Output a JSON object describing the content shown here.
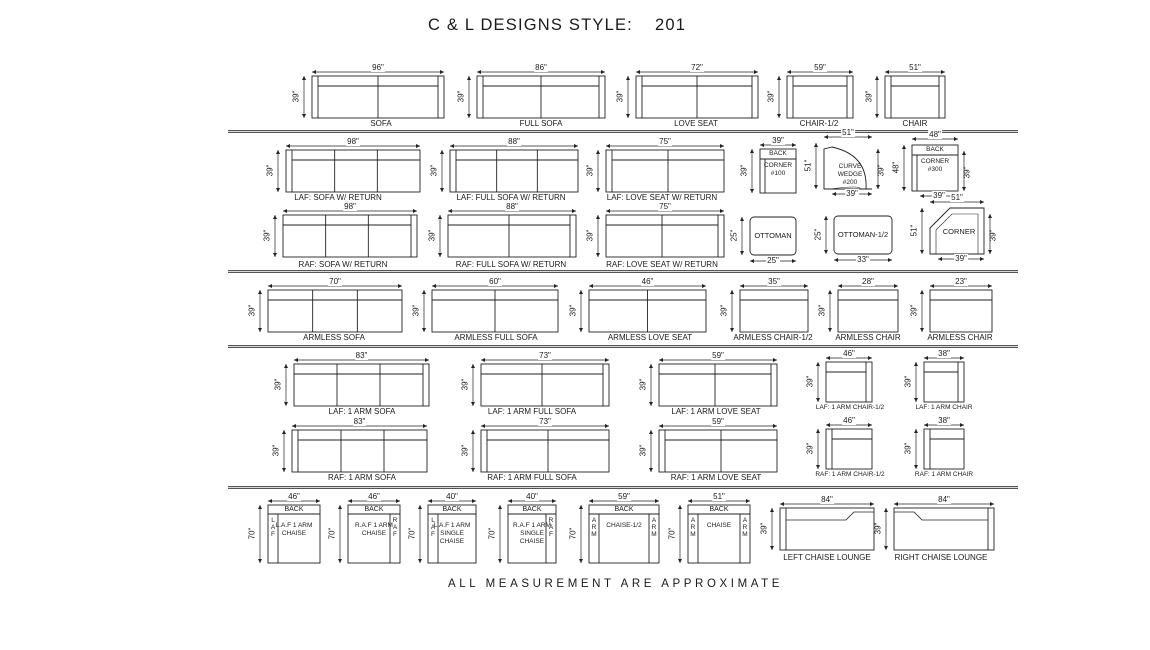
{
  "header": {
    "brand": "C & L DESIGNS STYLE:",
    "style_number": "201"
  },
  "footer": "ALL MEASUREMENT ARE APPROXIMATE",
  "pieces": [
    {
      "label": "SOFA",
      "width": "96\"",
      "depth": "39\"",
      "cushions": 2
    },
    {
      "label": "FULL SOFA",
      "width": "86\"",
      "depth": "39\"",
      "cushions": 2
    },
    {
      "label": "LOVE SEAT",
      "width": "72\"",
      "depth": "39\"",
      "cushions": 2
    },
    {
      "label": "CHAIR-1/2",
      "width": "59\"",
      "depth": "39\"",
      "cushions": 1
    },
    {
      "label": "CHAIR",
      "width": "51\"",
      "depth": "39\"",
      "cushions": 1
    },
    {
      "label": "LAF: SOFA W/ RETURN",
      "width": "98\"",
      "depth": "39\"",
      "cushions": 3
    },
    {
      "label": "LAF: FULL SOFA W/ RETURN",
      "width": "88\"",
      "depth": "39\"",
      "cushions": 3
    },
    {
      "label": "LAF: LOVE SEAT W/ RETURN",
      "width": "75\"",
      "depth": "39\"",
      "cushions": 2
    },
    {
      "label": "",
      "width": "39\"",
      "depth": "39\"",
      "inner": [
        "BACK",
        "CORNER",
        "#100"
      ]
    },
    {
      "label": "",
      "width": "51\"",
      "depth": "51\"",
      "depth2": "39\"",
      "width2": "39\"",
      "inner": [
        "CURVE",
        "WEDGE",
        "#200"
      ]
    },
    {
      "label": "",
      "width": "48\"",
      "depth": "48\"",
      "depth2": "39\"",
      "width2": "39\"",
      "inner": [
        "BACK",
        "CORNER",
        "#300"
      ]
    },
    {
      "label": "RAF: SOFA W/ RETURN",
      "width": "98\"",
      "depth": "39\"",
      "cushions": 3
    },
    {
      "label": "RAF: FULL SOFA W/ RETURN",
      "width": "88\"",
      "depth": "39\"",
      "cushions": 2
    },
    {
      "label": "RAF: LOVE SEAT W/ RETURN",
      "width": "75\"",
      "depth": "39\"",
      "cushions": 2
    },
    {
      "label": "",
      "width": "25\"",
      "depth": "25\"",
      "inner": [
        "OTTOMAN"
      ]
    },
    {
      "label": "",
      "width": "33\"",
      "depth": "25\"",
      "inner": [
        "OTTOMAN-1/2"
      ]
    },
    {
      "label": "",
      "width": "51\"",
      "depth": "51\"",
      "depth2": "39\"",
      "width2": "39\"",
      "inner": [
        "CORNER"
      ]
    },
    {
      "label": "ARMLESS SOFA",
      "width": "70\"",
      "depth": "39\"",
      "cushions": 3
    },
    {
      "label": "ARMLESS FULL SOFA",
      "width": "60\"",
      "depth": "39\"",
      "cushions": 2
    },
    {
      "label": "ARMLESS LOVE SEAT",
      "width": "46\"",
      "depth": "39\"",
      "cushions": 2
    },
    {
      "label": "ARMLESS CHAIR-1/2",
      "width": "35\"",
      "depth": "39\"",
      "cushions": 1
    },
    {
      "label": "ARMLESS CHAIR",
      "width": "28\"",
      "depth": "39\"",
      "cushions": 1
    },
    {
      "label": "ARMLESS CHAIR",
      "width": "23\"",
      "depth": "39\"",
      "cushions": 1
    },
    {
      "label": "LAF: 1 ARM SOFA",
      "width": "83\"",
      "depth": "39\"",
      "cushions": 3
    },
    {
      "label": "LAF: 1 ARM FULL SOFA",
      "width": "73\"",
      "depth": "39\"",
      "cushions": 2
    },
    {
      "label": "LAF: 1 ARM LOVE SEAT",
      "width": "59\"",
      "depth": "39\"",
      "cushions": 2
    },
    {
      "label": "LAF: 1 ARM CHAIR-1/2",
      "width": "46\"",
      "depth": "39\"",
      "cushions": 1
    },
    {
      "label": "LAF: 1 ARM CHAIR",
      "width": "38\"",
      "depth": "39\"",
      "cushions": 1
    },
    {
      "label": "RAF: 1 ARM SOFA",
      "width": "83\"",
      "depth": "39\"",
      "cushions": 3
    },
    {
      "label": "RAF: 1 ARM FULL SOFA",
      "width": "73\"",
      "depth": "39\"",
      "cushions": 2
    },
    {
      "label": "RAF: 1 ARM LOVE SEAT",
      "width": "59\"",
      "depth": "39\"",
      "cushions": 2
    },
    {
      "label": "RAF: 1 ARM CHAIR-1/2",
      "width": "46\"",
      "depth": "39\"",
      "cushions": 1
    },
    {
      "label": "RAF: 1 ARM CHAIR",
      "width": "38\"",
      "depth": "39\"",
      "cushions": 1
    },
    {
      "label": "",
      "width": "46\"",
      "depth": "70\"",
      "back": "BACK",
      "left": "LAF",
      "inner": [
        "L.A.F 1 ARM",
        "CHAISE"
      ]
    },
    {
      "label": "",
      "width": "46\"",
      "depth": "70\"",
      "back": "BACK",
      "right": "RAF",
      "inner": [
        "R.A.F 1 ARM",
        "CHAISE"
      ]
    },
    {
      "label": "",
      "width": "40\"",
      "depth": "70\"",
      "back": "BACK",
      "left": "LAF",
      "inner": [
        "L.A.F 1 ARM",
        "SINGLE",
        "CHAISE"
      ]
    },
    {
      "label": "",
      "width": "40\"",
      "depth": "70\"",
      "back": "BACK",
      "right": "RAF",
      "inner": [
        "R.A.F 1 ARM",
        "SINGLE",
        "CHAISE"
      ]
    },
    {
      "label": "",
      "width": "59\"",
      "depth": "70\"",
      "back": "BACK",
      "left": "ARM",
      "right": "ARM",
      "inner": [
        "CHAISE-1/2"
      ]
    },
    {
      "label": "",
      "width": "51\"",
      "depth": "70\"",
      "back": "BACK",
      "left": "ARM",
      "right": "ARM",
      "inner": [
        "CHAISE"
      ]
    },
    {
      "label": "LEFT CHAISE LOUNGE",
      "width": "84\"",
      "depth": "39\"",
      "cushions": 0
    },
    {
      "label": "RIGHT CHAISE LOUNGE",
      "width": "84\"",
      "depth": "39\"",
      "cushions": 0
    }
  ]
}
